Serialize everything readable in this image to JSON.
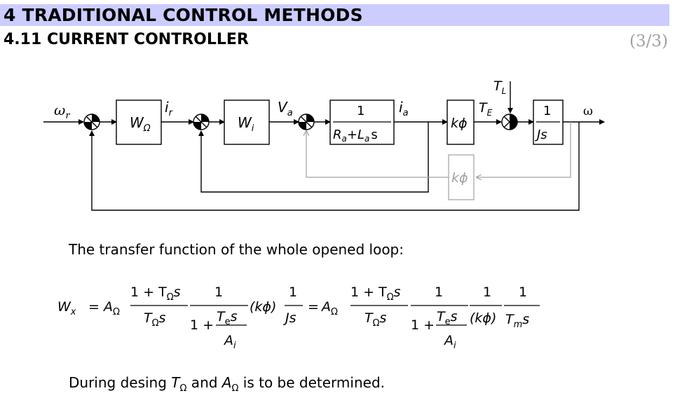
{
  "header": {
    "title": "4 TRADITIONAL CONTROL METHODS",
    "subtitle": "4.11 CURRENT CONTROLLER",
    "page": "(3/3)"
  },
  "diagram": {
    "signals": {
      "omega_r": "ω",
      "omega_r_sub": "r",
      "i_r": "i",
      "i_r_sub": "r",
      "V_a": "V",
      "V_a_sub": "a",
      "i_a": "i",
      "i_a_sub": "a",
      "T_L": "T",
      "T_L_sub": "L",
      "T_E": "T",
      "T_E_sub": "E",
      "omega_out": "ω"
    },
    "blocks": {
      "w_omega": "W",
      "w_omega_sub": "Ω",
      "w_i": "W",
      "w_i_sub": "i",
      "armature_num": "1",
      "armature_R": "R",
      "armature_R_sub": "a",
      "armature_plus": "+",
      "armature_L": "L",
      "armature_L_sub": "a",
      "armature_s": "s",
      "kphi": "kϕ",
      "kphi_feedback": "kϕ",
      "inertia_num": "1",
      "inertia_den": "Js"
    },
    "colors": {
      "feedback_gray": "#a0a0a0",
      "title_bar": "#ccccff"
    }
  },
  "text": {
    "intro": "The transfer function of the whole opened loop:",
    "outro_pre": "During desing ",
    "outro_mid": " and ",
    "outro_post": "  is to be determined."
  },
  "formula": {
    "lhs_W": "W",
    "lhs_sub": "x",
    "eq": "=",
    "A": "A",
    "A_sub": "Ω",
    "num1": "1 + T",
    "T": "T",
    "omega_sub": "Ω",
    "s": "s",
    "one": "1",
    "one_plus": "1 +",
    "Te": "T",
    "e_sub": "e",
    "Ai": "A",
    "i_sub": "i",
    "kphi": "(kϕ)",
    "Js": "Js",
    "Tm": "T",
    "m_sub": "m"
  }
}
